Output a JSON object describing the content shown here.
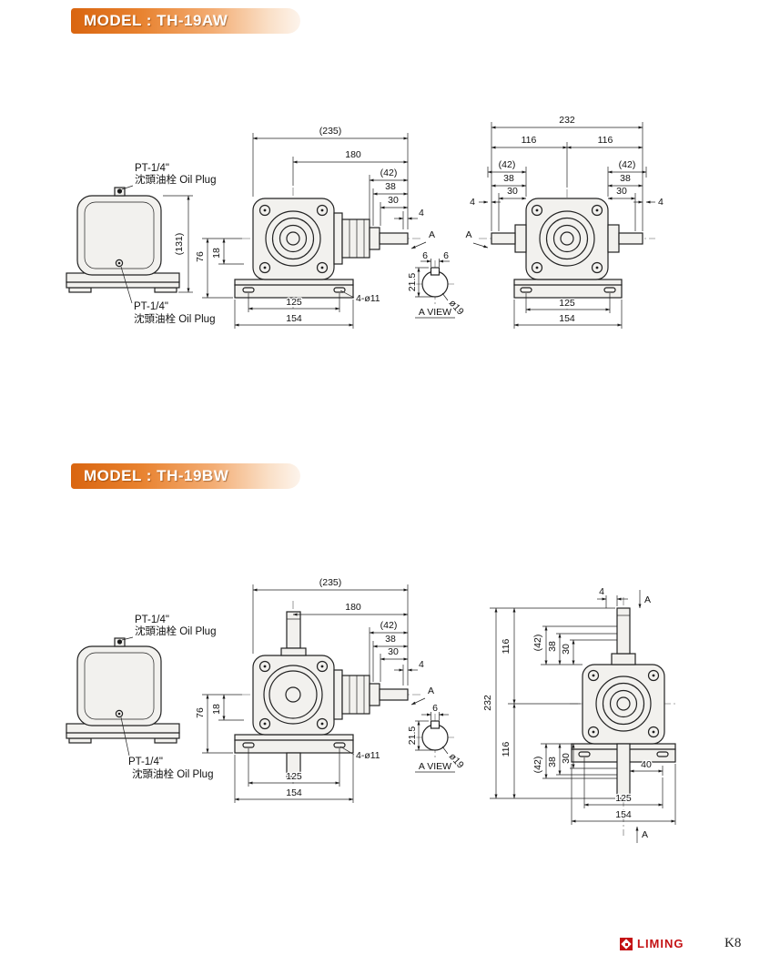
{
  "sections": {
    "aw": {
      "title": "MODEL : TH-19AW",
      "left": {
        "pt_top": "PT-1/4\"",
        "oil_top": "沈頭油栓 Oil Plug",
        "pt_bot": "PT-1/4\"",
        "oil_bot": "沈頭油栓 Oil Plug",
        "h131": "(131)"
      },
      "front": {
        "d235": "(235)",
        "d180": "180",
        "d42": "(42)",
        "d38": "38",
        "d30": "30",
        "d4": "4",
        "a": "A",
        "d76": "76",
        "d18": "18",
        "holes": "4-ø11",
        "d125": "125",
        "d154": "154"
      },
      "aview": {
        "d6a": "6",
        "d6b": "6",
        "d215": "21.5",
        "d19": "ø19",
        "label": "A VIEW"
      },
      "side": {
        "d232": "232",
        "d116a": "116",
        "d116b": "116",
        "l42": "(42)",
        "l38": "38",
        "l30": "30",
        "l4": "4",
        "r42": "(42)",
        "r38": "38",
        "r30": "30",
        "r4": "4",
        "a": "A",
        "d125": "125",
        "d154": "154"
      }
    },
    "bw": {
      "title": "MODEL : TH-19BW",
      "left": {
        "pt_top": "PT-1/4\"",
        "oil_top": "沈頭油栓 Oil Plug",
        "pt_bot": "PT-1/4\"",
        "oil_bot": "沈頭油栓 Oil Plug"
      },
      "front": {
        "d235": "(235)",
        "d180": "180",
        "d42": "(42)",
        "d38": "38",
        "d30": "30",
        "d4": "4",
        "a": "A",
        "d76": "76",
        "d18": "18",
        "holes": "4-ø11",
        "d125": "125",
        "d154": "154"
      },
      "aview": {
        "d6": "6",
        "d215": "21.5",
        "d19": "ø19",
        "label": "A VIEW"
      },
      "side": {
        "d4": "4",
        "a_top": "A",
        "d232": "232",
        "d116a": "116",
        "d116b": "116",
        "t42": "(42)",
        "t38": "38",
        "t30": "30",
        "b42": "(42)",
        "b38": "38",
        "b30": "30",
        "d40": "40",
        "d125": "125",
        "d154": "154",
        "a_bot": "A"
      }
    }
  },
  "footer": {
    "brand": "LIMING",
    "page": "K8"
  }
}
